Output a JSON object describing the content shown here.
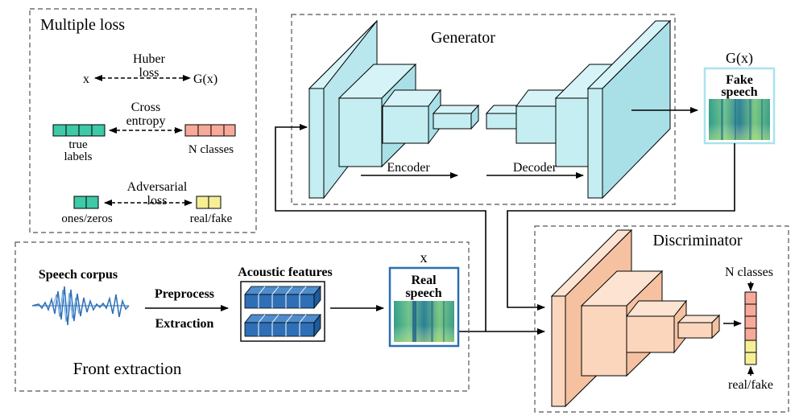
{
  "multiple_loss": {
    "title": "Multiple loss",
    "huber": {
      "label_line1": "Huber",
      "label_line2": "loss",
      "left": "x",
      "right": "G(x)"
    },
    "cross": {
      "label_line1": "Cross",
      "label_line2": "entropy",
      "left_line1": "true",
      "left_line2": "labels",
      "right": "N classes"
    },
    "adversarial": {
      "label_line1": "Adversarial",
      "label_line2": "loss",
      "left": "ones/zeros",
      "right": "real/fake"
    }
  },
  "generator": {
    "title": "Generator",
    "encoder": "Encoder",
    "decoder": "Decoder"
  },
  "fake_output": {
    "label": "G(x)",
    "line1": "Fake",
    "line2": "speech"
  },
  "front_extraction": {
    "title": "Front extraction",
    "corpus": "Speech corpus",
    "preprocess": "Preprocess",
    "extraction": "Extraction",
    "features": "Acoustic features",
    "real_label": "x",
    "real_line1": "Real",
    "real_line2": "speech"
  },
  "discriminator": {
    "title": "Discriminator",
    "n_classes": "N classes",
    "real_fake": "real/fake"
  },
  "colors": {
    "generator_block": "#c5eef2",
    "discriminator_block": "#fbd6bd",
    "feature_block": "#2f6fb5",
    "true_labels": "#3ec9a7",
    "n_classes": "#f7a99a",
    "real_fake": "#f6ef96",
    "spectrogram": "#3a9e8a",
    "fake_frame": "#a8e3ee",
    "real_frame": "#2a6fb0",
    "waveform": "#2c6fb5"
  }
}
